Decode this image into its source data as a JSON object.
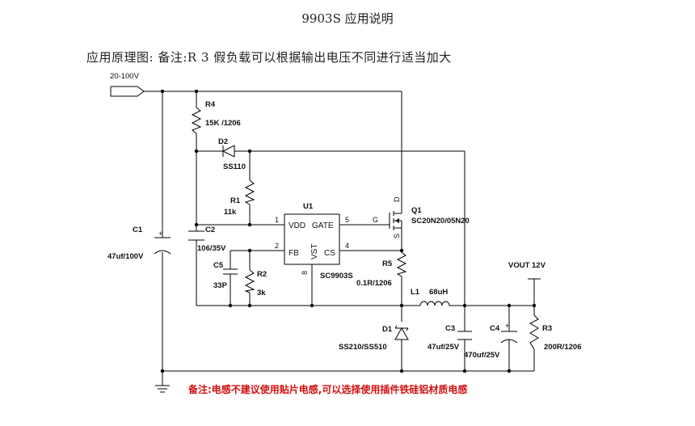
{
  "header": {
    "title": "9903S 应用说明",
    "note": "应用原理图:   备注:R 3 假负载可以根据输出电压不同进行适当加大"
  },
  "schematic": {
    "input_label": "20-100V",
    "output_label": "VOUT 12V",
    "warning": "备注:电感不建议使用贴片电感,可以选择使用插件铁硅铝材质电感",
    "ic": {
      "ref": "U1",
      "part": "SC9903S",
      "vdd": "VDD",
      "gate": "GATE",
      "fb": "FB",
      "cs": "CS",
      "vst": "VST",
      "pin1": "1",
      "pin2": "2",
      "pin4": "4",
      "pin5": "5",
      "pin8": "8"
    },
    "components": {
      "r4": {
        "ref": "R4",
        "value": "15K /1206"
      },
      "d2": {
        "ref": "D2",
        "value": "SS110"
      },
      "r1": {
        "ref": "R1",
        "value": "11k"
      },
      "c1": {
        "ref": "C1",
        "value": "47uf/100V"
      },
      "c2": {
        "ref": "C2",
        "value": "106/35V"
      },
      "c5": {
        "ref": "C5",
        "value": "33P"
      },
      "r2": {
        "ref": "R2",
        "value": "3k"
      },
      "q1": {
        "ref": "Q1",
        "value": "SC20N20/05N20",
        "g": "G",
        "d": "D",
        "s": "S"
      },
      "r5": {
        "ref": "R5",
        "value": "0.1R/1206"
      },
      "l1": {
        "ref": "L1",
        "value": "68uH"
      },
      "d1": {
        "ref": "D1",
        "value": "SS210/SS510"
      },
      "c3": {
        "ref": "C3",
        "value": "47uf/25V"
      },
      "c4": {
        "ref": "C4",
        "value": "470uf/25V"
      },
      "r3": {
        "ref": "R3",
        "value": "200R/1206"
      }
    }
  }
}
